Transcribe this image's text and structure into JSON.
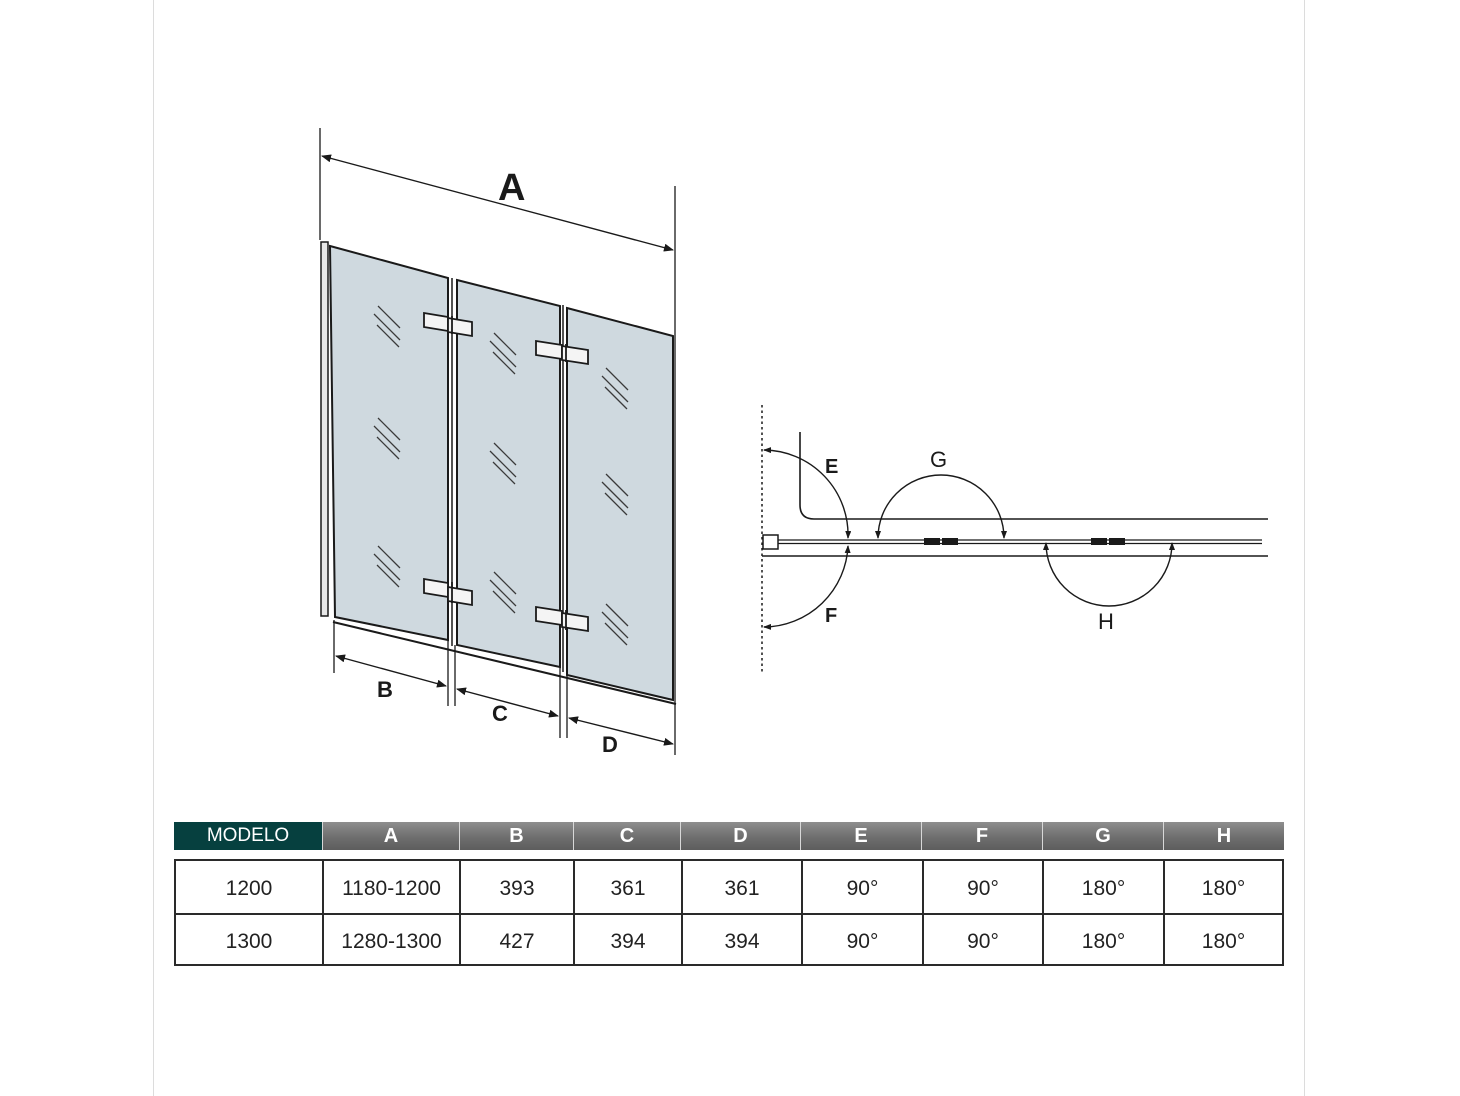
{
  "diagram": {
    "labels": {
      "a": "A",
      "b": "B",
      "c": "C",
      "d": "D",
      "e": "E",
      "f": "F",
      "g": "G",
      "h": "H"
    },
    "colors": {
      "glass": "#cfd9df",
      "line": "#1a1a1a"
    }
  },
  "table": {
    "headers": [
      "MODELO",
      "A",
      "B",
      "C",
      "D",
      "E",
      "F",
      "G",
      "H"
    ],
    "rows": [
      [
        "1200",
        "1180-1200",
        "393",
        "361",
        "361",
        "90°",
        "90°",
        "180°",
        "180°"
      ],
      [
        "1300",
        "1280-1300",
        "427",
        "394",
        "394",
        "90°",
        "90°",
        "180°",
        "180°"
      ]
    ],
    "header_color": "#06403f"
  }
}
